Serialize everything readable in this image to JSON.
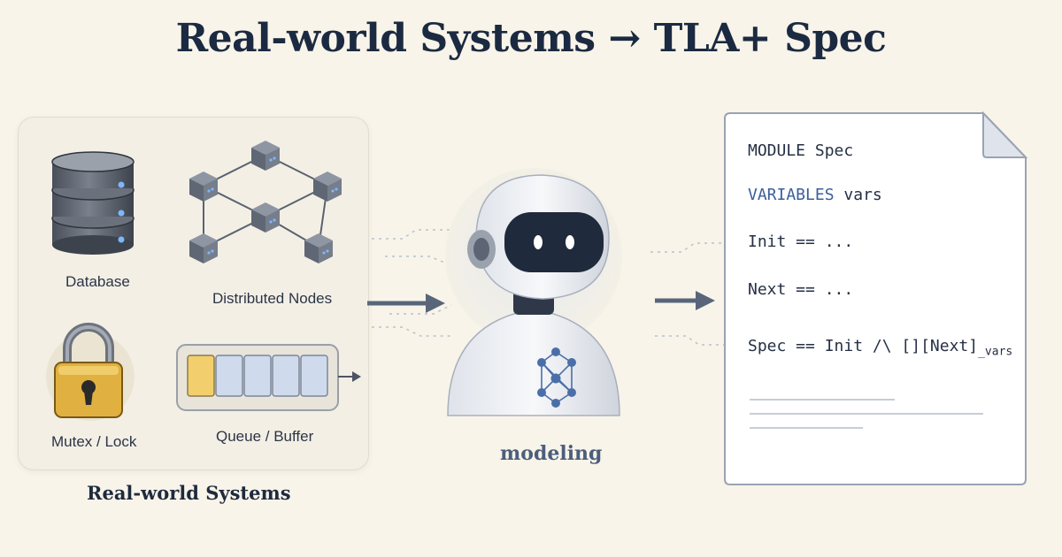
{
  "title": "Real-world Systems → TLA+ Spec",
  "left": {
    "database_label": "Database",
    "nodes_label": "Distributed Nodes",
    "mutex_label": "Mutex / Lock",
    "queue_label": "Queue / Buffer",
    "caption": "Real-world Systems"
  },
  "center": {
    "caption": "modeling"
  },
  "spec": {
    "module_kw": "MODULE",
    "module_name": "Spec",
    "variables_kw": "VARIABLES",
    "variables_name": "vars",
    "init_line": "Init == ...",
    "next_line": "Next == ...",
    "spec_line": "Spec == Init /\\ [][Next]",
    "spec_sub": "_vars"
  },
  "colors": {
    "accent": "#3a5f9a",
    "lock_gold": "#e0b040",
    "queue_yellow": "#f2cf6c",
    "panel_bg": "#f3efe5",
    "page_bg": "#f8f4e9"
  }
}
